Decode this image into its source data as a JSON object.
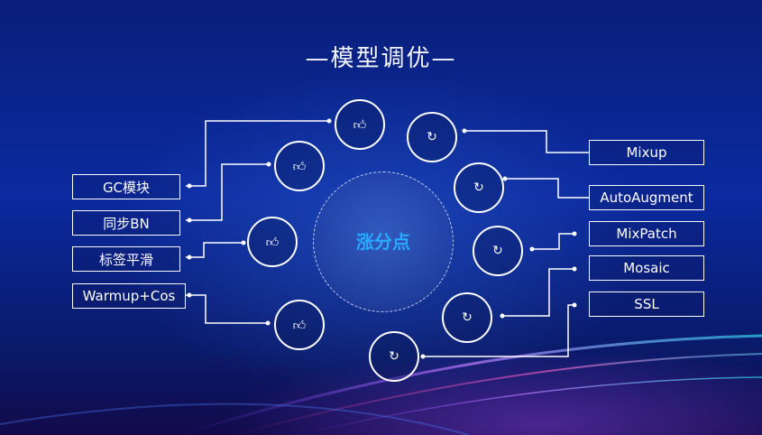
{
  "title": "—模型调优—",
  "center": {
    "label": "涨分点"
  },
  "left_items": [
    {
      "label": "GC模块",
      "icon": "thumbs-up-icon"
    },
    {
      "label": "同步BN",
      "icon": "thumbs-up-icon"
    },
    {
      "label": "标签平滑",
      "icon": "thumbs-up-icon"
    },
    {
      "label": "Warmup+Cos",
      "icon": "thumbs-up-icon"
    }
  ],
  "right_items": [
    {
      "label": "Mixup",
      "icon": "refresh-icon"
    },
    {
      "label": "AutoAugment",
      "icon": "refresh-icon"
    },
    {
      "label": "MixPatch",
      "icon": "refresh-icon"
    },
    {
      "label": "Mosaic",
      "icon": "refresh-icon"
    },
    {
      "label": "SSL",
      "icon": "refresh-icon"
    }
  ],
  "colors": {
    "accent": "#2aa9ff",
    "line": "#ffffff",
    "background": "#0b2aa0"
  }
}
